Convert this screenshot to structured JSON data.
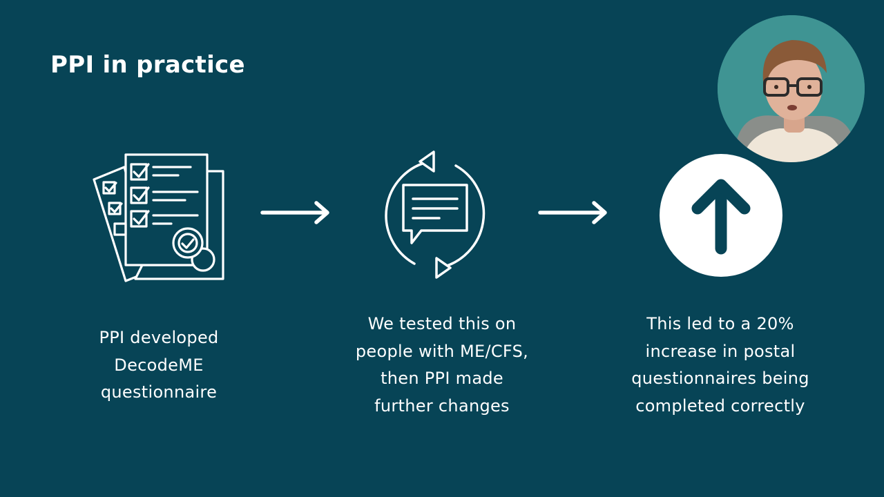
{
  "slide": {
    "title": "PPI in practice",
    "background_color": "#074456",
    "steps": [
      {
        "icon": "questionnaire-documents-icon",
        "caption_lines": [
          "PPI developed",
          "DecodeME",
          "questionnaire"
        ]
      },
      {
        "icon": "feedback-cycle-icon",
        "caption_lines": [
          "We tested this on",
          "people with ME/CFS,",
          "then PPI made",
          "further changes"
        ]
      },
      {
        "icon": "up-arrow-circle-icon",
        "caption_lines": [
          "This led to a 20%",
          "increase in postal",
          "questionnaires being",
          "completed correctly"
        ]
      }
    ],
    "connectors": [
      "right-arrow-icon",
      "right-arrow-icon"
    ]
  },
  "presenter_video": {
    "kind": "webcam-overlay"
  }
}
